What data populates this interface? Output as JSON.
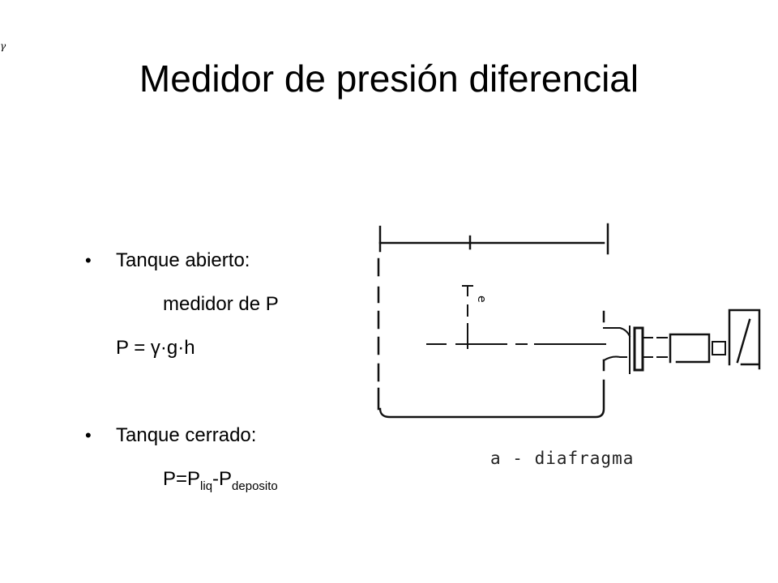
{
  "corner_symbol": "γ",
  "title": "Medidor de presión diferencial",
  "bullets": [
    {
      "label": "Tanque abierto:",
      "lines": [
        "medidor de P",
        "P = γ·g·h"
      ]
    },
    {
      "label": "Tanque cerrado:",
      "formula": {
        "base1": "P=P",
        "sub1": "liq",
        "mid": "-P",
        "sub2": "deposito"
      }
    }
  ],
  "diagram": {
    "level_label": "e",
    "caption": "a - diafragma"
  }
}
